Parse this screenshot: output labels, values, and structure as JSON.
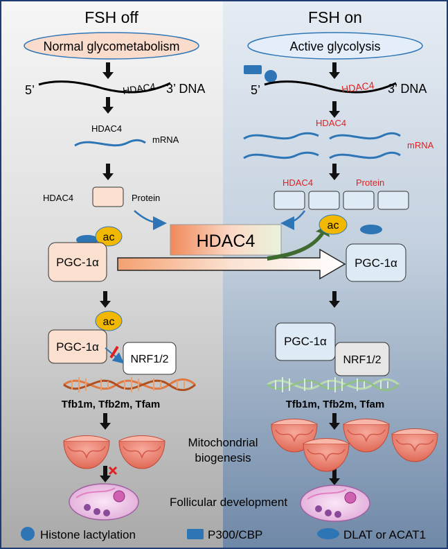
{
  "left": {
    "title": "FSH off",
    "state": "Normal glycometabolism",
    "five_prime": "5’",
    "dna_gene": "HDAC4",
    "three_prime": "3’ DNA",
    "mrna_gene": "HDAC4",
    "mrna": "mRNA",
    "protein_gene": "HDAC4",
    "protein": "Protein",
    "ac": "ac",
    "pgc": "PGC-1α",
    "ac2": "ac",
    "pgc2": "PGC-1α",
    "nrf": "NRF1/2",
    "genes": "Tfb1m, Tfb2m, Tfam"
  },
  "right": {
    "title": "FSH on",
    "state": "Active glycolysis",
    "five_prime": "5’",
    "dna_gene": "HDAC4",
    "three_prime": "3’ DNA",
    "mrna_gene": "HDAC4",
    "mrna": "mRNA",
    "protein_gene": "HDAC4",
    "protein": "Protein",
    "ac": "ac",
    "pgc": "PGC-1α",
    "pgc2": "PGC-1α",
    "nrf": "NRF1/2",
    "genes": "Tfb1m, Tfb2m, Tfam"
  },
  "center": {
    "hdac4": "HDAC4",
    "mito_line1": "Mitochondrial",
    "mito_line2": "biogenesis",
    "follicular": "Follicular development"
  },
  "legend": {
    "histone": "Histone lactylation",
    "p300": "P300/CBP",
    "dlat": "DLAT or ACAT1"
  },
  "colors": {
    "left_bg_top": "#f4f4f4",
    "left_bg_bottom": "#a8a8a8",
    "right_bg_top": "#dfe6ef",
    "right_bg_bottom": "#7088a6",
    "blue": "#2e75b6",
    "red_label": "#e02020",
    "ac_yellow": "#f2b800",
    "peach": "#fbe0d0",
    "light_blue": "#deebf7",
    "green_arrow": "#3f6b30",
    "mito": "#f08070"
  }
}
